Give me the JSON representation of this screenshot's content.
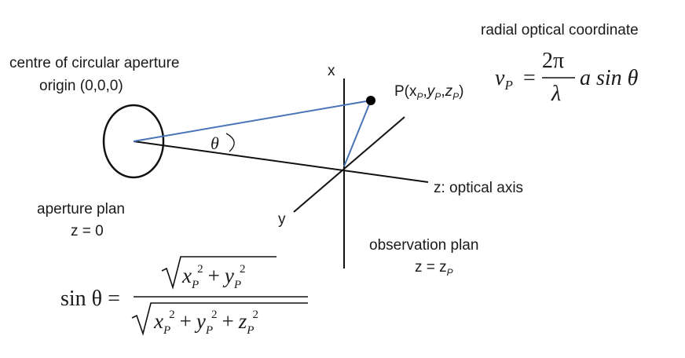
{
  "labels": {
    "aperture_centre": "centre of circular aperture",
    "origin": "origin (0,0,0)",
    "aperture_plan": "aperture plan",
    "aperture_z": "z = 0",
    "axis_x": "x",
    "axis_y": "y",
    "axis_z": "z: optical axis",
    "point": "P(x",
    "point_sub": "P",
    "point_y": "y",
    "point_z": "z",
    "observation_plan": "observation plan",
    "observation_z": "z = z",
    "observation_z_sub": "P",
    "radial_title": "radial optical coordinate",
    "theta": "θ"
  },
  "formulas": {
    "radial": {
      "lhs": "v",
      "lhs_sub": "P",
      "eq": "=",
      "numerator": "2π",
      "denominator": "λ",
      "rhs": "a sin θ"
    },
    "sin_theta": {
      "lhs": "sin θ =",
      "num_x": "x",
      "num_x_sub": "P",
      "num_plus": "+",
      "num_y": "y",
      "num_y_sub": "P",
      "den_x": "x",
      "den_x_sub": "P",
      "den_plus1": "+",
      "den_y": "y",
      "den_y_sub": "P",
      "den_plus2": "+",
      "den_z": "z",
      "den_z_sub": "P",
      "power": "2"
    }
  },
  "colors": {
    "ray": "#4a74b8",
    "line": "#111111"
  }
}
